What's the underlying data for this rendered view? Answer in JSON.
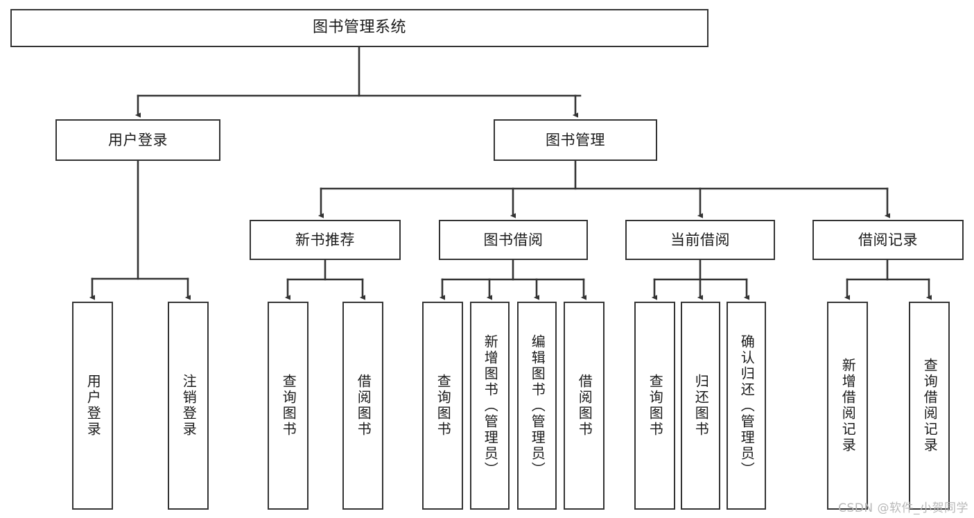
{
  "diagram": {
    "title": "图书管理系统",
    "type": "tree",
    "watermark": "CSDN @软件_小贺同学",
    "colors": {
      "box_border": "#333333",
      "box_fill": "#ffffff",
      "edge": "#333333",
      "text": "#1a1a1a",
      "watermark": "#b8b8b8"
    }
  },
  "nodes": {
    "root": {
      "label": "图书管理系统"
    },
    "level2": [
      {
        "label": "用户登录"
      },
      {
        "label": "图书管理"
      }
    ],
    "level3": [
      {
        "label": "新书推荐"
      },
      {
        "label": "图书借阅"
      },
      {
        "label": "当前借阅"
      },
      {
        "label": "借阅记录"
      }
    ],
    "leaves": {
      "user_login": [
        {
          "label": "用户登录"
        },
        {
          "label": "注销登录"
        }
      ],
      "new_book_recommend": [
        {
          "label": "查询图书"
        },
        {
          "label": "借阅图书"
        }
      ],
      "book_borrow": [
        {
          "label": "查询图书"
        },
        {
          "label": "新增图书（管理员）"
        },
        {
          "label": "编辑图书（管理员）"
        },
        {
          "label": "借阅图书"
        }
      ],
      "current_borrow": [
        {
          "label": "查询图书"
        },
        {
          "label": "归还图书"
        },
        {
          "label": "确认归还（管理员）"
        }
      ],
      "borrow_record": [
        {
          "label": "新增借阅记录"
        },
        {
          "label": "查询借阅记录"
        }
      ]
    }
  }
}
